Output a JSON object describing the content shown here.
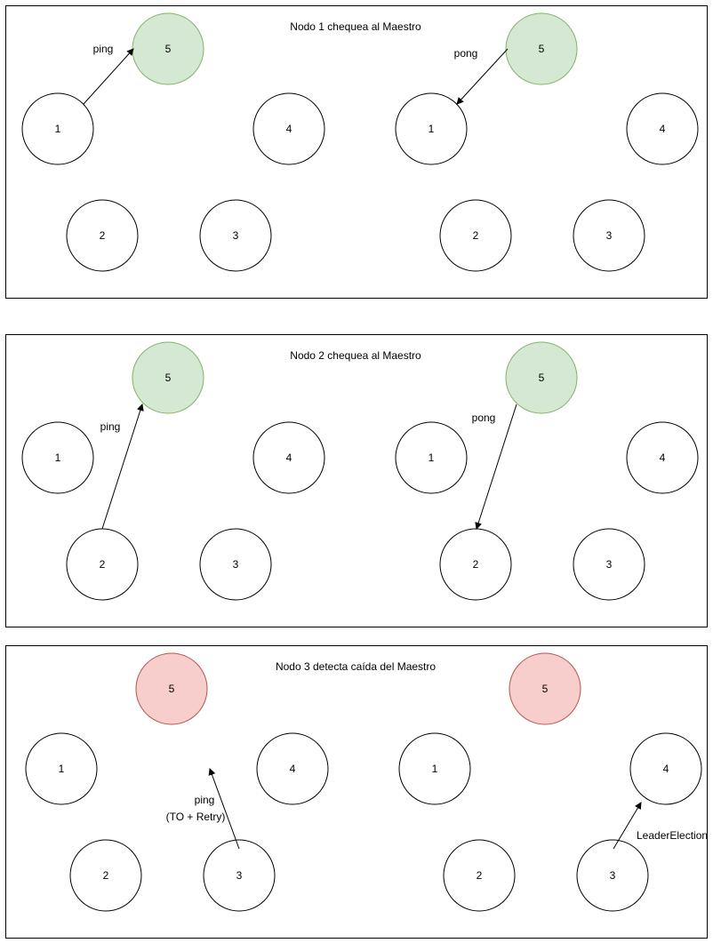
{
  "colors": {
    "master_ok_fill": "#d5e8d4",
    "master_ok_stroke": "#82b366",
    "master_down_fill": "#f8cecc",
    "master_down_stroke": "#b85450",
    "node_fill": "#ffffff",
    "node_stroke": "#000000"
  },
  "panels": [
    {
      "title": "Nodo 1 chequea al Maestro",
      "master_state": "ok",
      "scenes": [
        {
          "nodes": [
            "5",
            "1",
            "4",
            "2",
            "3"
          ],
          "message": {
            "from": "1",
            "to": "5",
            "labels": [
              "ping"
            ]
          }
        },
        {
          "nodes": [
            "5",
            "1",
            "4",
            "2",
            "3"
          ],
          "message": {
            "from": "5",
            "to": "1",
            "labels": [
              "pong"
            ]
          }
        }
      ]
    },
    {
      "title": "Nodo 2 chequea al Maestro",
      "master_state": "ok",
      "scenes": [
        {
          "nodes": [
            "5",
            "1",
            "4",
            "2",
            "3"
          ],
          "message": {
            "from": "2",
            "to": "5",
            "labels": [
              "ping"
            ]
          }
        },
        {
          "nodes": [
            "5",
            "1",
            "4",
            "2",
            "3"
          ],
          "message": {
            "from": "5",
            "to": "2",
            "labels": [
              "pong"
            ]
          }
        }
      ]
    },
    {
      "title": "Nodo 3 detecta caída del Maestro",
      "master_state": "down",
      "scenes": [
        {
          "nodes": [
            "5",
            "1",
            "4",
            "2",
            "3"
          ],
          "message": {
            "from": "3",
            "to": "5",
            "labels": [
              "ping",
              "(TO + Retry)"
            ],
            "undelivered": true
          }
        },
        {
          "nodes": [
            "5",
            "1",
            "4",
            "2",
            "3"
          ],
          "message": {
            "from": "3",
            "to": "4",
            "labels": [
              "LeaderElection"
            ]
          }
        }
      ]
    }
  ]
}
